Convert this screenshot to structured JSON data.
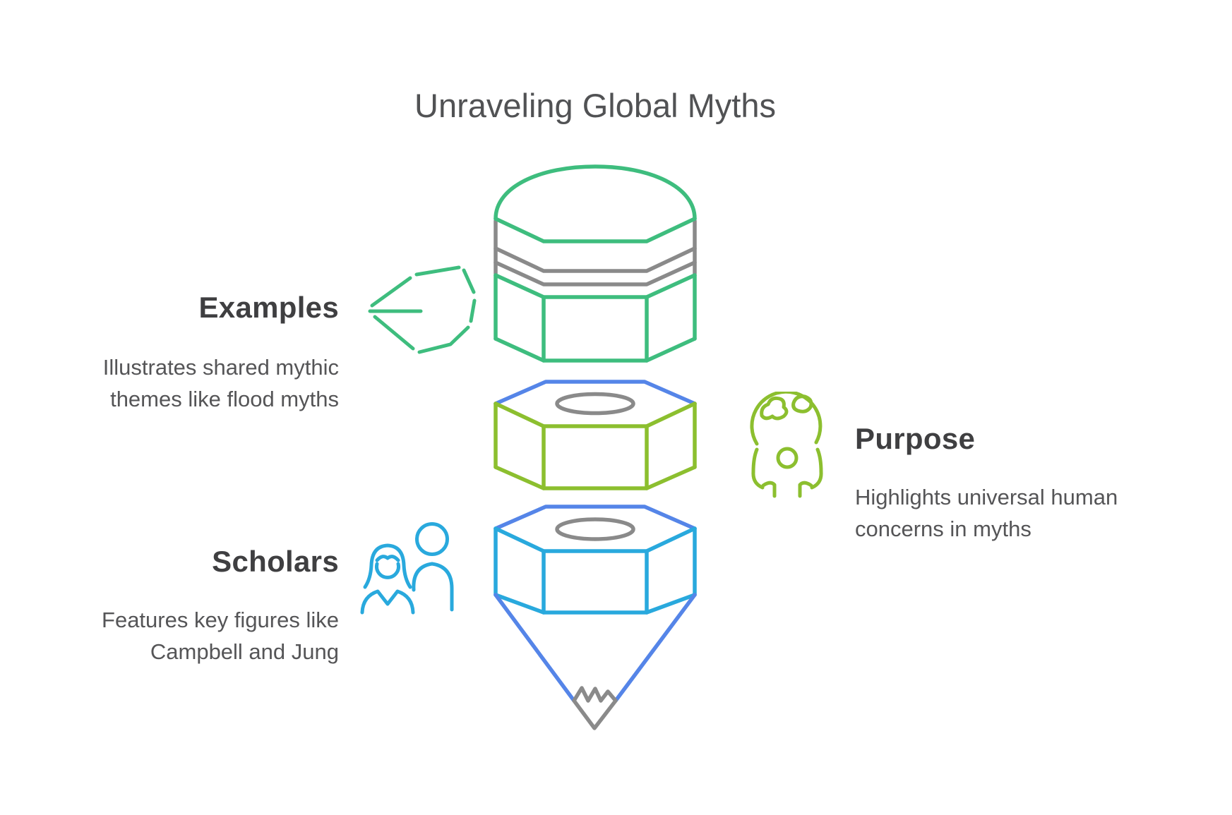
{
  "title": "Unraveling Global Myths",
  "sections": {
    "examples": {
      "heading": "Examples",
      "line1": "Illustrates shared mythic",
      "line2": "themes like flood myths",
      "icon": "arrow-3d-left-icon"
    },
    "purpose": {
      "heading": "Purpose",
      "line1": "Highlights universal human",
      "line2": "concerns in myths",
      "icon": "person-holding-globe-icon"
    },
    "scholars": {
      "heading": "Scholars",
      "line1": "Features key figures like",
      "line2": "Campbell and Jung",
      "icon": "people-group-icon"
    }
  },
  "center_graphic": {
    "name": "exploded-pencil-graphic",
    "segments": [
      "eraser-cap",
      "ferrule-stripes",
      "upper-hex-barrel",
      "lower-hex-barrel",
      "sharpened-tip"
    ]
  },
  "colors": {
    "green": "#3EBD7E",
    "olive": "#8CBF2F",
    "cyan": "#29A9DD",
    "blue": "#5585E8",
    "gray": "#8A8A8A",
    "title_text": "#515254",
    "heading_text": "#3F3F41",
    "body_text": "#555557"
  }
}
